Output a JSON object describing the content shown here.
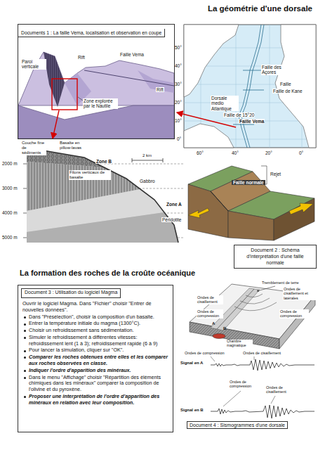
{
  "diagram": {
    "title": "La géométrie d'une dorsale",
    "nodes": [
      {
        "text": [
          "Documents 1 : La faille Vema, localisation et observation en coupe"
        ]
      },
      {
        "text": [
          "Document 2 : Schéma d'interprétation d'une faille normale"
        ]
      },
      {
        "text": [
          "Ouvrir le logiciel Magma. Dans \"Fichier\" choisir \"Entrer de nouvelles données\".",
          "Dans \"Présélection\", choisir la composition d'un basalte.",
          "Entrer la température initiale du magma (1300°C).",
          "Choisir un refroidissement sans sédimentation.",
          "Simuler le refroidissement à différentes vitesses: refroidissement lent (1 à 3); refroidissement rapide (6 à 9)",
          "Pour lancer la simulation, cliquer sur \"OK\".",
          "Comparer les roches obtenues entre elles et les comparer aux roches observées en classe.",
          "Indiquer l'ordre d'apparition des minéraux.",
          "Dans le menu \"Affichage\" choisir \"Répartition des éléments chimiques dans les minéraux\" comparer la composition de l'olivine et du pyroxène.",
          "Proposer une interprétation de l'ordre d'apparition des minéraux en relation avec leur composition."
        ]
      },
      {
        "text": [
          "Document 3 : Utilisation du logiciel Magma"
        ],
        "in": 2
      },
      {
        "text": [
          "Document 4 : Sismogrammes d'une dorsale"
        ]
      }
    ],
    "labels": [
      "Paroi verticale",
      "Rift",
      "Faille Vema",
      "Rift",
      "Zone explorée par le Nautile",
      "50°",
      "40°",
      "30°",
      "20°",
      "10°",
      "0°",
      "Faille des Açores",
      "Faille",
      "Faille de Kane",
      "Dorsale medio Atlantique",
      "Faille de 15°20",
      "Faille Vema",
      "60°",
      "40°",
      "20°",
      "0°",
      "Couche fine de sédiments",
      "Basalte en pillow-lavas",
      "2 km",
      "Zone B",
      "Filons verticaux de basalte",
      "2000 m",
      "3000 m",
      "4000 m",
      "5000 m",
      "Gabbro",
      "Zone A",
      "Péridotite",
      "Rejet",
      "Faille normale",
      "La formation des roches de la croûte océanique",
      "Tremblement de terre",
      "Ondes de cisaillement et latérales",
      "Ondes de cisaillement",
      "Ondes de compression",
      "Ondes de compression",
      "Chambre magmatique",
      "Ondes de compression",
      "Ondes de cisaillement",
      "Signal en A",
      "Ondes de compression",
      "Ondes de cisaillement",
      "Signal en B",
      "A",
      "B"
    ]
  }
}
